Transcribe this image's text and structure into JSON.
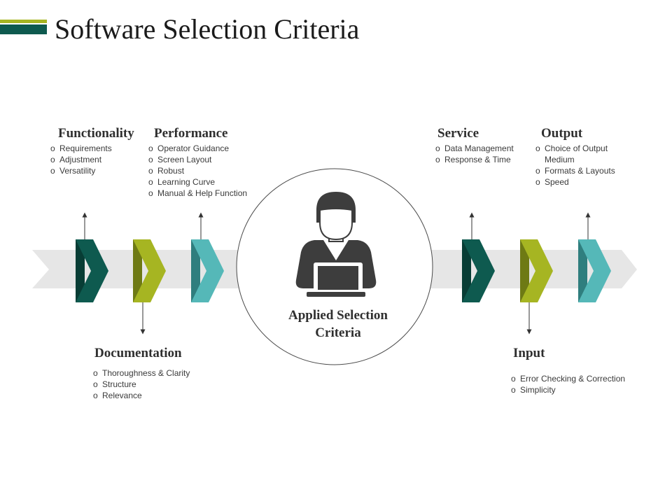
{
  "title": "Software Selection Criteria",
  "center_label": "Applied  Selection Criteria",
  "colors": {
    "dark_teal": "#0e5a4f",
    "olive": "#a6b522",
    "aqua": "#55b8b8",
    "band": "#e6e6e6",
    "icon": "#3d3d3d"
  },
  "icons": {
    "center": "person-at-laptop-icon"
  },
  "criteria": {
    "functionality": {
      "heading": "Functionality",
      "items": [
        "Requirements",
        "Adjustment",
        "Versatility"
      ]
    },
    "performance": {
      "heading": "Performance",
      "items": [
        "Operator Guidance",
        "Screen Layout",
        "Robust",
        "Learning Curve",
        "Manual & Help Function"
      ]
    },
    "documentation": {
      "heading": "Documentation",
      "items": [
        "Thoroughness  & Clarity",
        "Structure",
        "Relevance"
      ]
    },
    "service": {
      "heading": "Service",
      "items": [
        "Data Management",
        "Response & Time"
      ]
    },
    "output": {
      "heading": "Output",
      "items": [
        "Choice of Output",
        "Medium",
        "Formats & Layouts",
        "Speed"
      ]
    },
    "input": {
      "heading": "Input",
      "items": [
        "Error Checking & Correction",
        "Simplicity"
      ]
    }
  }
}
